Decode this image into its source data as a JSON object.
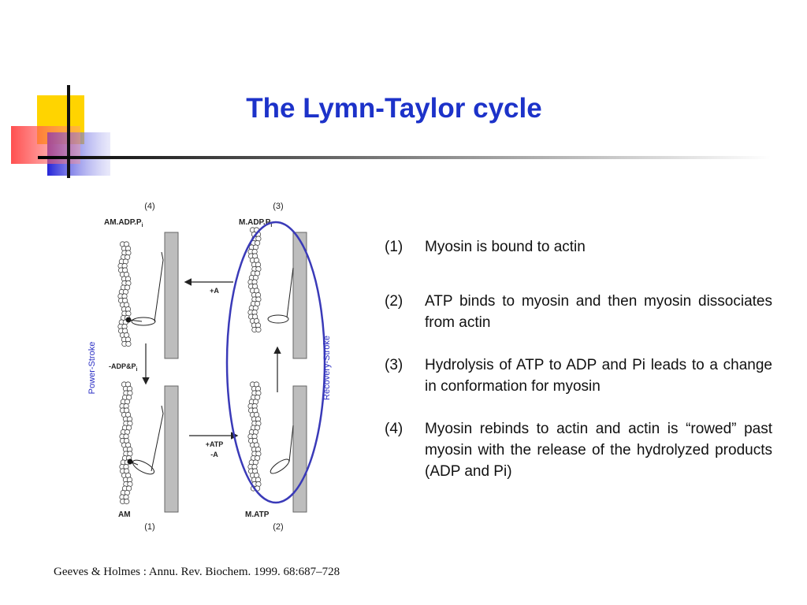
{
  "slide": {
    "title": "The Lymn-Taylor cycle",
    "citation": "Geeves & Holmes : Annu. Rev. Biochem. 1999. 68:687–728"
  },
  "diagram": {
    "states": [
      {
        "number": "(4)",
        "label": "AM.ADP.P",
        "subscript": "i"
      },
      {
        "number": "(3)",
        "label": "M.ADP.P",
        "subscript": "i"
      },
      {
        "number": "(1)",
        "label": "AM"
      },
      {
        "number": "(2)",
        "label": "M.ATP"
      }
    ],
    "transitions": {
      "top": "+A",
      "left": "-ADP&P",
      "left_subscript": "i",
      "bottom_line1": "+ATP",
      "bottom_line2": "-A"
    },
    "strokes": {
      "left": "Power-Stroke",
      "right": "Recovery-Stroke"
    },
    "colors": {
      "stroke_label": "#2b2fc4",
      "highlight_ellipse": "#3a3ab8",
      "actin_filament": "#bdbdbd"
    }
  },
  "steps": [
    {
      "num": "(1)",
      "text": "Myosin is bound to actin"
    },
    {
      "num": "(2)",
      "text": "ATP binds to myosin and then myosin dissociates from actin"
    },
    {
      "num": "(3)",
      "text": "Hydrolysis of ATP to ADP and Pi leads to a change in conformation for myosin"
    },
    {
      "num": "(4)",
      "text": "Myosin rebinds to actin and actin is “rowed” past myosin with the release of the hydrolyzed products (ADP and Pi)"
    }
  ]
}
